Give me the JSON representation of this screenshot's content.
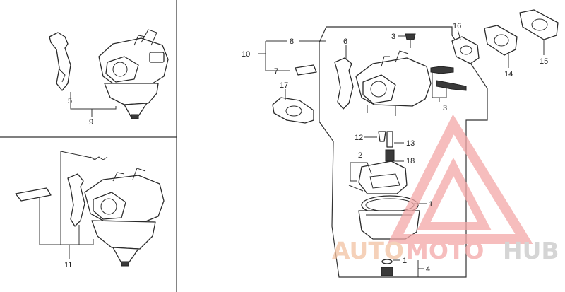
{
  "callouts": {
    "c1a": "1",
    "c1b": "1",
    "c2": "2",
    "c3a": "3",
    "c3b": "3",
    "c4": "4",
    "c5": "5",
    "c6": "6",
    "c7": "7",
    "c8": "8",
    "c9": "9",
    "c10": "10",
    "c11": "11",
    "c12": "12",
    "c13": "13",
    "c14": "14",
    "c15": "15",
    "c16": "16",
    "c17": "17",
    "c18": "18"
  },
  "watermark": {
    "word_auto": "AUTO",
    "word_moto": "MOTO",
    "word_hub": "HUB",
    "color_primary": "#f2c2a2",
    "color_secondary": "#f3a7a7",
    "color_dark": "#c8c8c8"
  }
}
